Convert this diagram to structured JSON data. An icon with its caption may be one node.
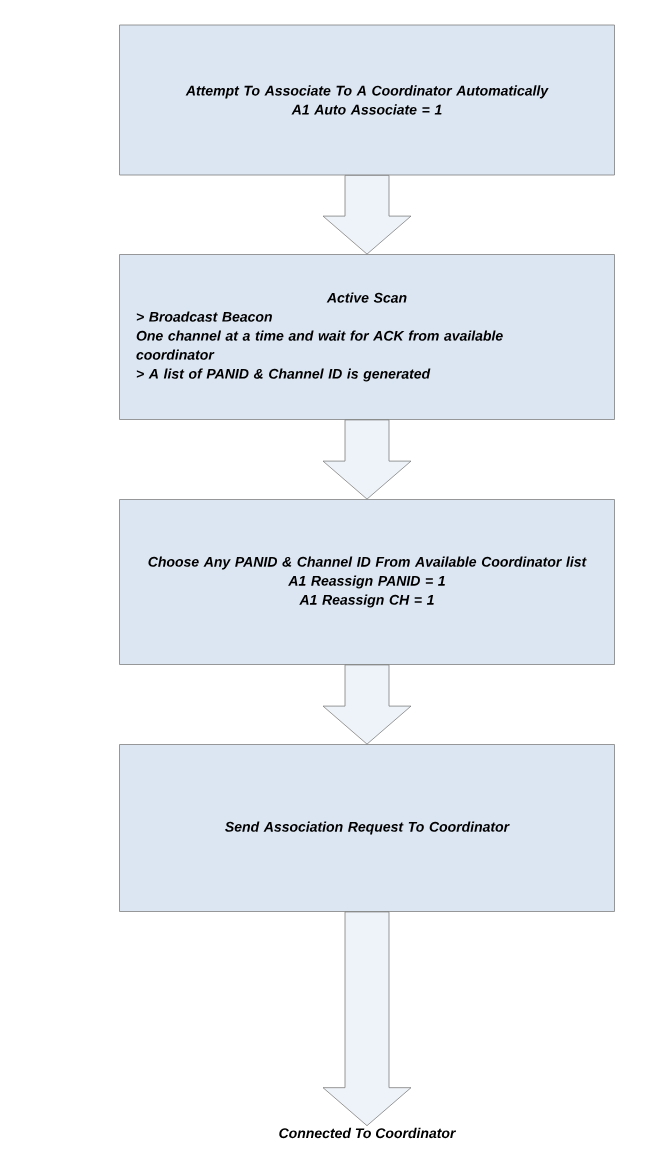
{
  "diagram": {
    "nodes": [
      {
        "text": [
          "Attempt To Associate To A Coordinator Automatically",
          "A1 Auto Associate = 1"
        ]
      },
      {
        "text": [
          "Active Scan",
          "> Broadcast Beacon",
          "One channel at a time and wait for ACK from available coordinator",
          "> A list of PANID & Channel ID is generated"
        ]
      },
      {
        "text": [
          "Choose Any PANID & Channel ID From Available Coordinator list",
          "A1 Reassign PANID = 1",
          "A1 Reassign CH = 1"
        ]
      },
      {
        "text": [
          "Send Association Request To Coordinator"
        ]
      },
      {
        "text": [
          "Connected To Coordinator"
        ]
      }
    ],
    "edges": [
      {
        "from": 0,
        "to": 1,
        "arrow": "to"
      },
      {
        "from": 1,
        "to": 2,
        "arrow": "to"
      },
      {
        "from": 2,
        "to": 3,
        "arrow": "to"
      },
      {
        "from": 3,
        "to": 4,
        "arrow": "to"
      }
    ]
  }
}
